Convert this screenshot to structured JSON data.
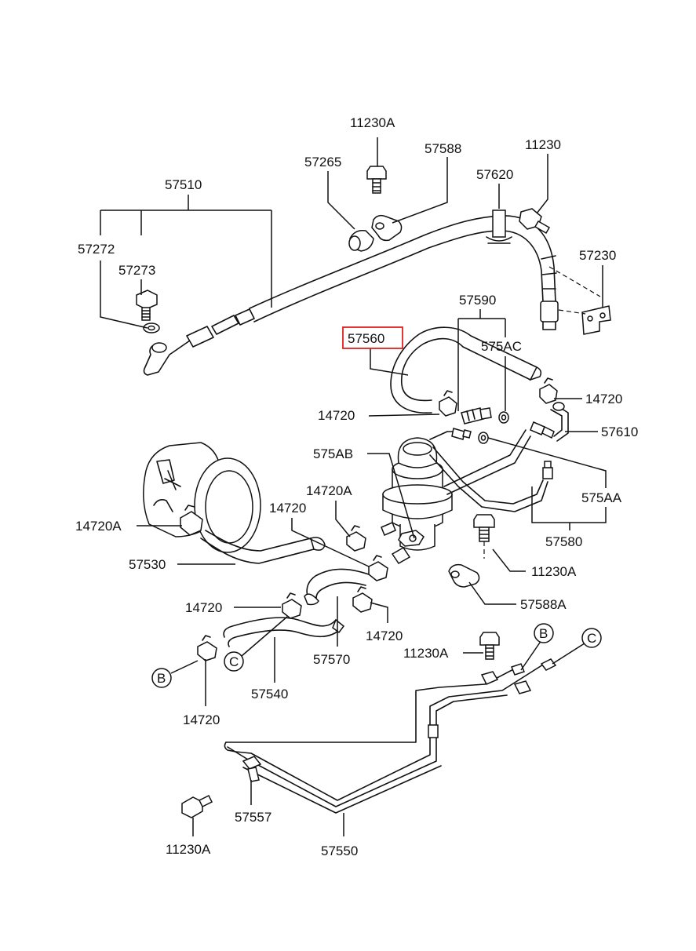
{
  "labels": {
    "p11230A_top": "11230A",
    "p57588": "57588",
    "p11230": "11230",
    "p57265": "57265",
    "p57620": "57620",
    "p57510": "57510",
    "p57272": "57272",
    "p57273": "57273",
    "p57230": "57230",
    "p57590": "57590",
    "p57560": "57560",
    "p575AC": "575AC",
    "p14720_r1": "14720",
    "p14720_l1": "14720",
    "p57610": "57610",
    "p575AB": "575AB",
    "p14720A_mid": "14720A",
    "p575AA": "575AA",
    "p14720A_left": "14720A",
    "p14720_mid": "14720",
    "p57580": "57580",
    "p57530": "57530",
    "p11230A_mid": "11230A",
    "p57588A": "57588A",
    "p14720_l2": "14720",
    "p14720_c": "14720",
    "p11230A_r": "11230A",
    "p57570": "57570",
    "p57540": "57540",
    "p14720_bot": "14720",
    "p57557": "57557",
    "p11230A_bot": "11230A",
    "p57550": "57550"
  },
  "callouts": {
    "b_left": "B",
    "c_left": "C",
    "b_right": "B",
    "c_right": "C"
  },
  "highlighted_part": "57560",
  "colors": {
    "line": "#111111",
    "highlight": "#e02020",
    "background": "#ffffff"
  }
}
